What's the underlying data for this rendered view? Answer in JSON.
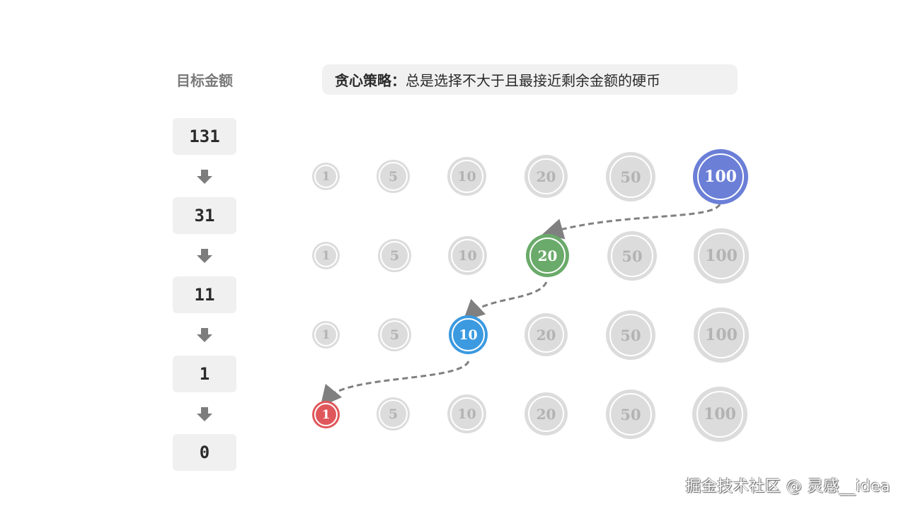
{
  "left_column": {
    "title": "目标金额",
    "amounts": [
      "131",
      "31",
      "11",
      "1",
      "0"
    ]
  },
  "strategy": {
    "label": "贪心策略",
    "separator": "：",
    "text": "总是选择不大于且最接近剩余金额的硬币"
  },
  "coin_denominations": [
    "1",
    "5",
    "10",
    "20",
    "50",
    "100"
  ],
  "rows": [
    {
      "remaining": "131",
      "selected": "100",
      "selected_color": "#6b7fd7"
    },
    {
      "remaining": "31",
      "selected": "20",
      "selected_color": "#6aaa6a"
    },
    {
      "remaining": "11",
      "selected": "10",
      "selected_color": "#3b9ae0"
    },
    {
      "remaining": "1",
      "selected": "1",
      "selected_color": "#e0575b"
    }
  ],
  "colors": {
    "dim_coin": "#dcdcdc",
    "dim_text": "#b3b3b3",
    "path": "#808080",
    "box_bg": "#f0f0f0"
  },
  "watermark": "掘金技术社区 @ 灵感__idea"
}
